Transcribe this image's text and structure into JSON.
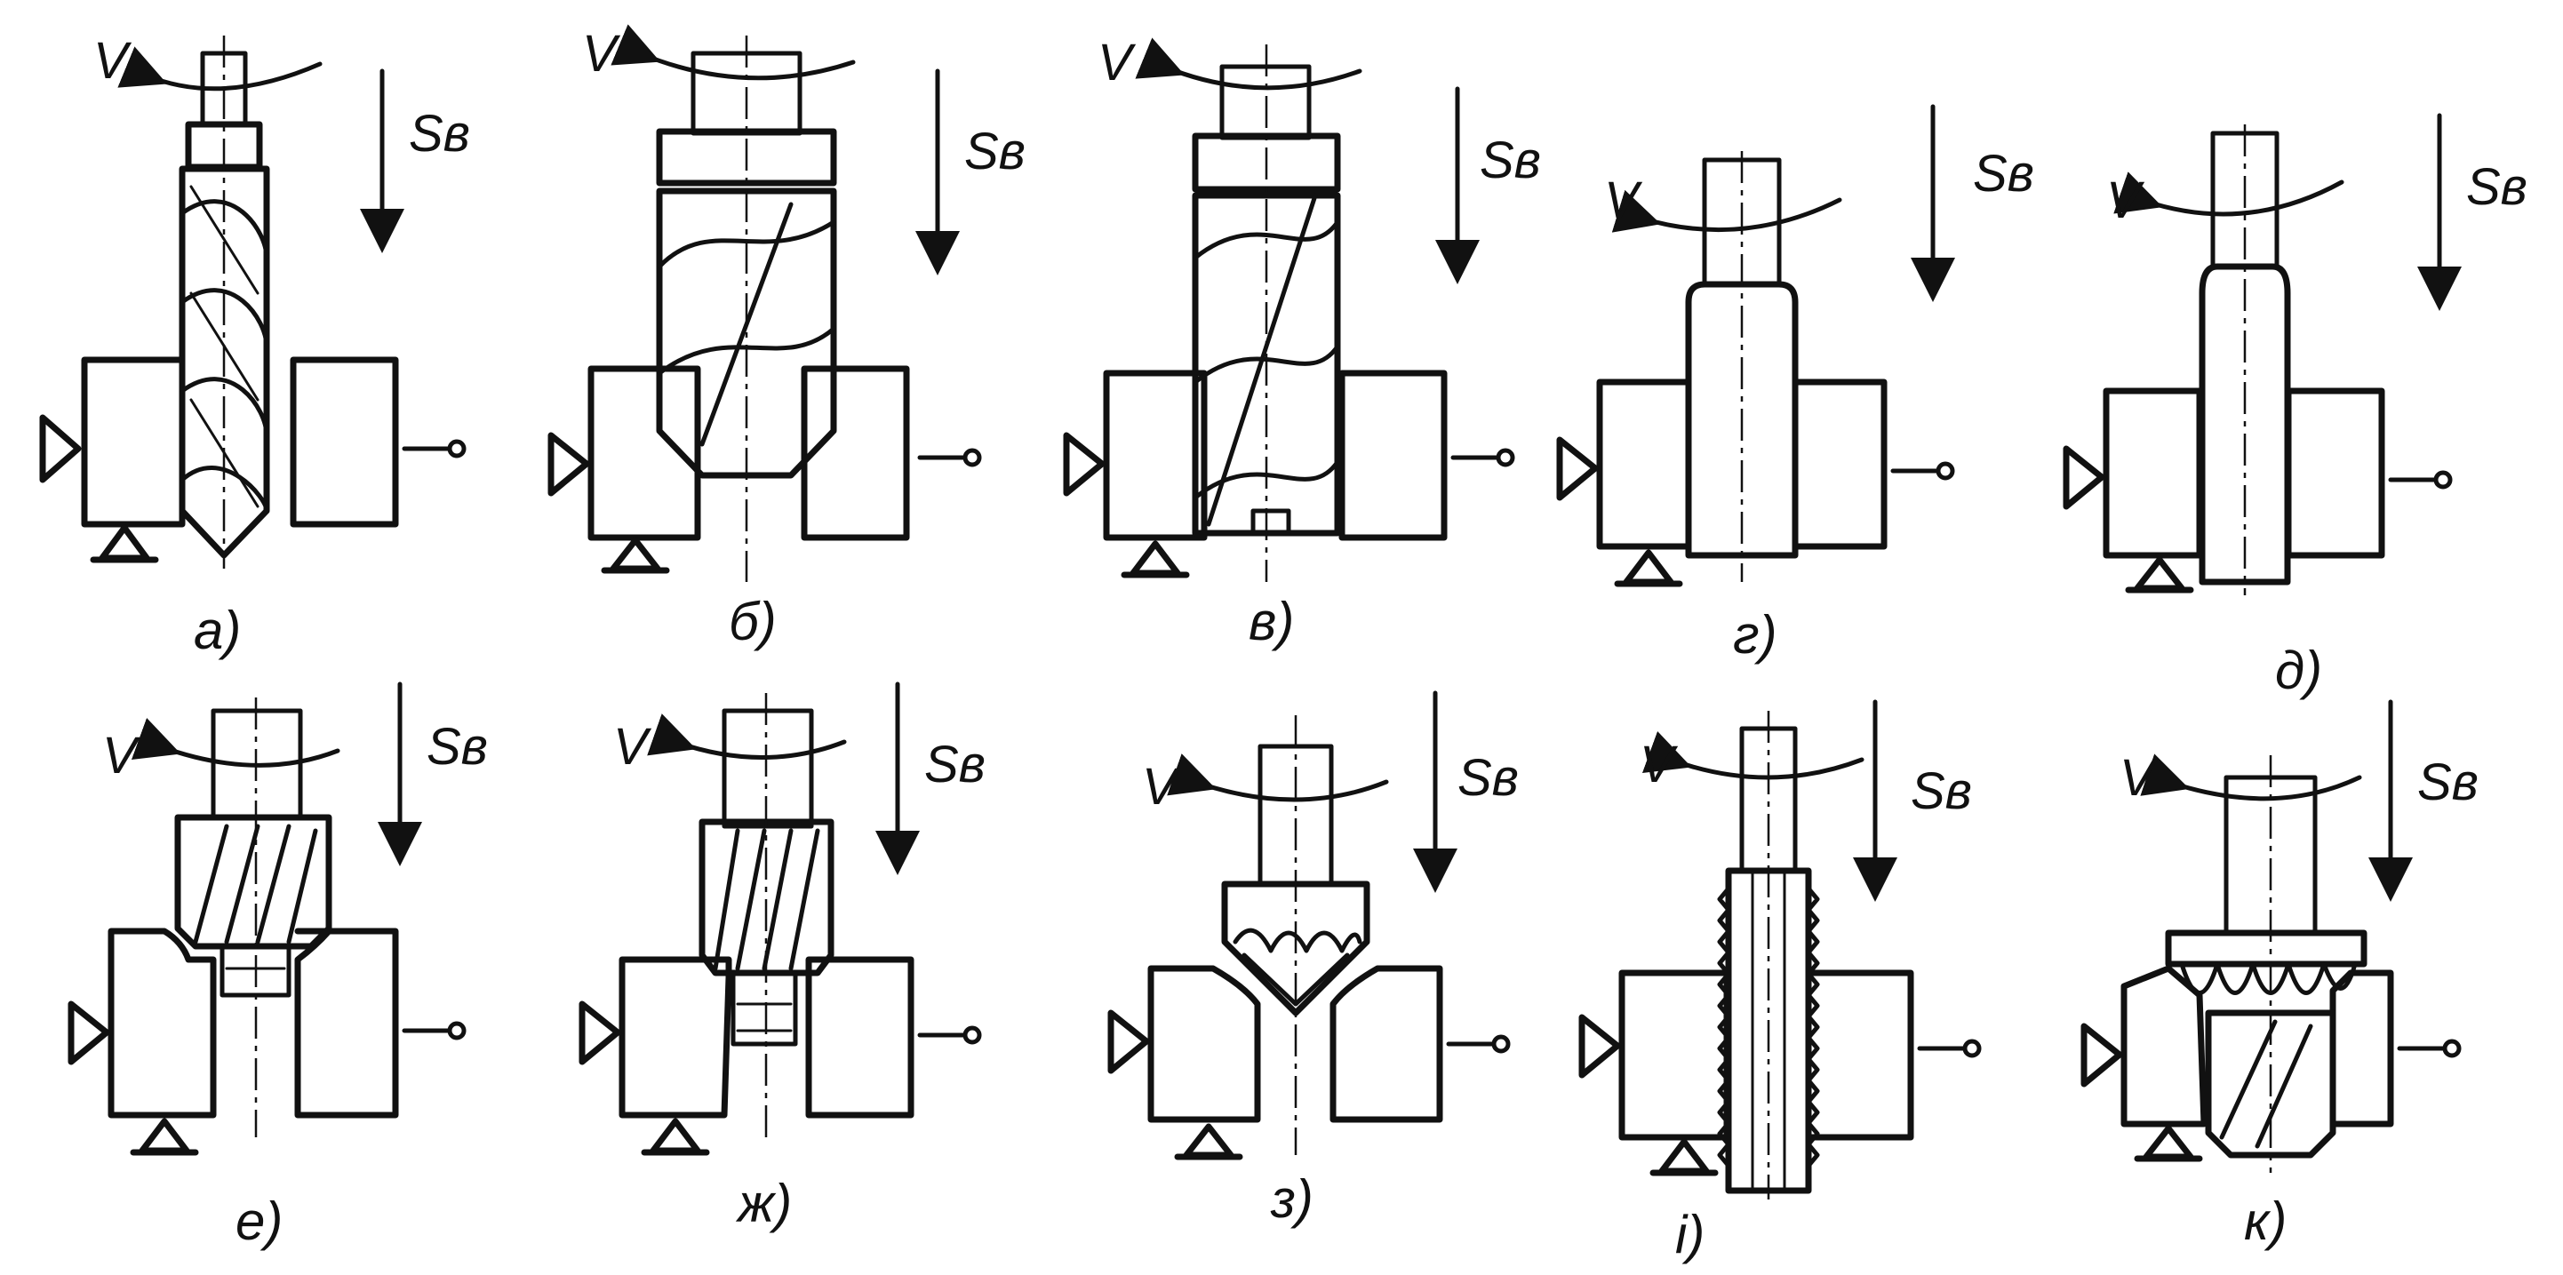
{
  "symbols": {
    "speed": "V",
    "feed": "Sв"
  },
  "panels": [
    {
      "id": "a",
      "caption": "а)",
      "tool": "twist-drill-through"
    },
    {
      "id": "b",
      "caption": "б)",
      "tool": "twist-drill-enlarging"
    },
    {
      "id": "v",
      "caption": "в)",
      "tool": "core-drill"
    },
    {
      "id": "g",
      "caption": "г)",
      "tool": "reamer-rough"
    },
    {
      "id": "d",
      "caption": "д)",
      "tool": "reamer-finish"
    },
    {
      "id": "e",
      "caption": "е)",
      "tool": "counterbore-with-pilot"
    },
    {
      "id": "zh",
      "caption": "ж)",
      "tool": "counterbore-multi-flute"
    },
    {
      "id": "z",
      "caption": "з)",
      "tool": "countersink-cone"
    },
    {
      "id": "i",
      "caption": "і)",
      "tool": "tap"
    },
    {
      "id": "k",
      "caption": "к)",
      "tool": "spot-facer"
    }
  ],
  "colors": {
    "ink": "#111111",
    "background": "#ffffff"
  }
}
